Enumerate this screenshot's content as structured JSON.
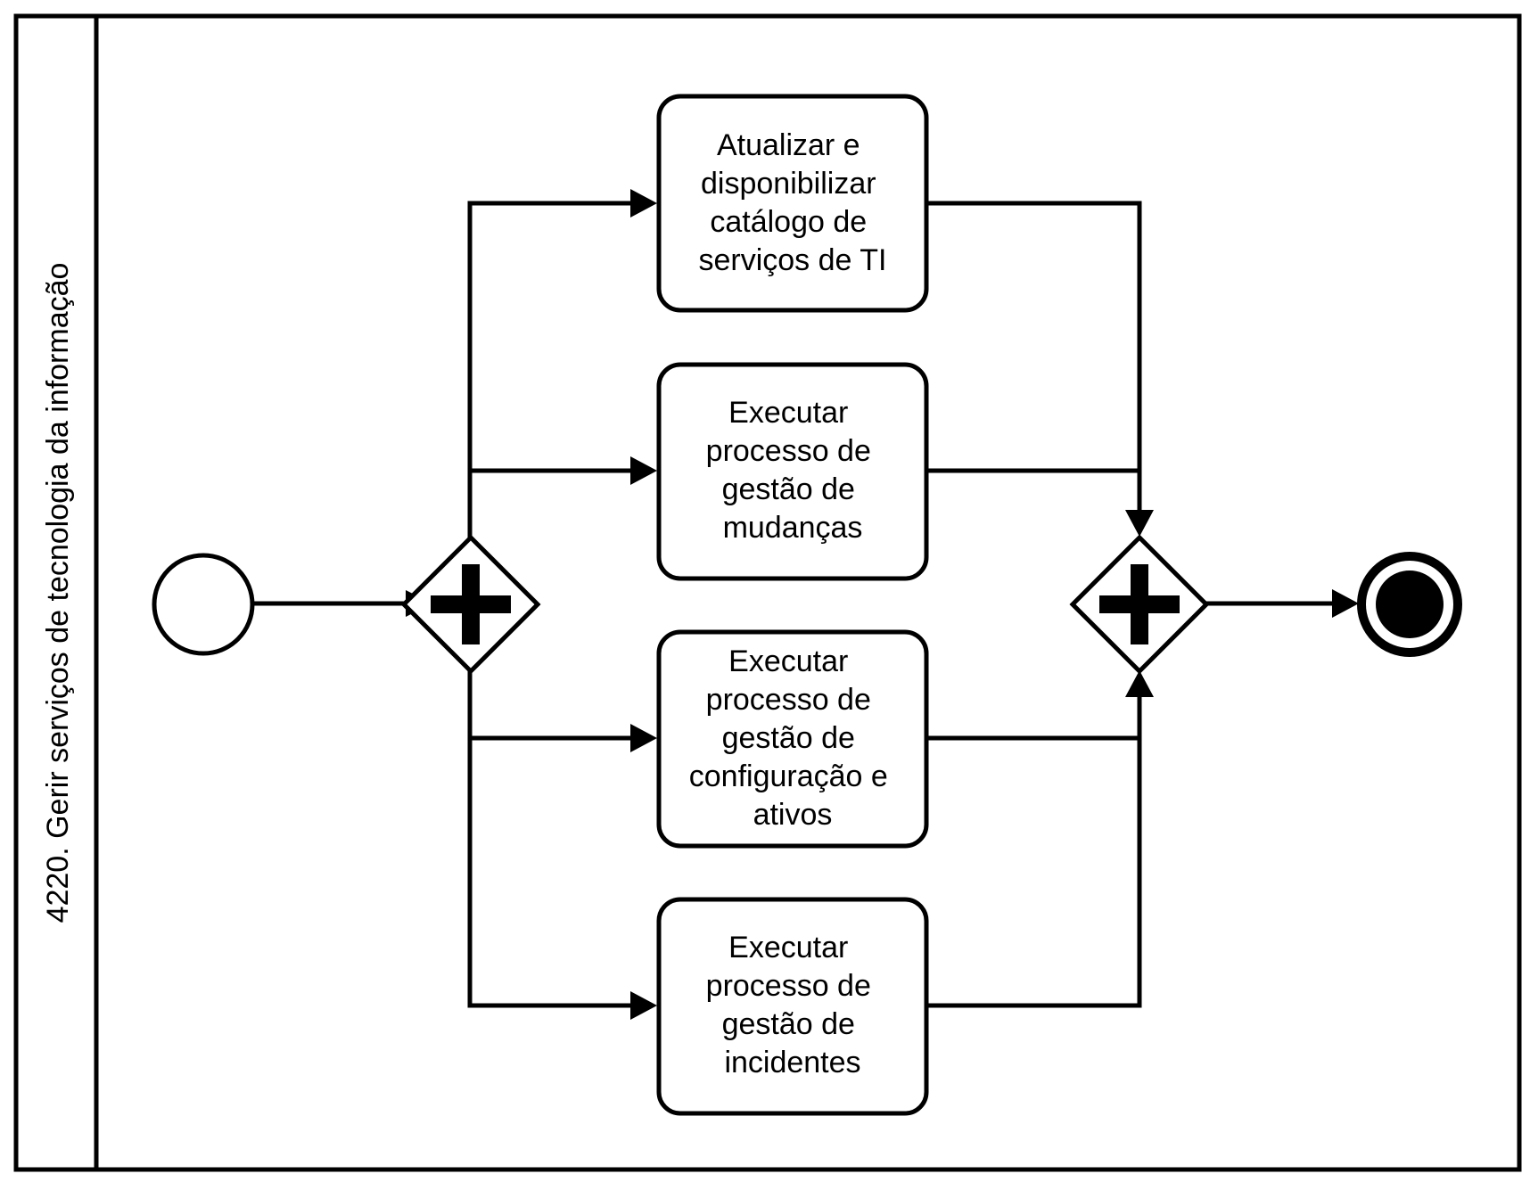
{
  "pool": {
    "label": "4220. Gerir serviços de tecnologia da informação"
  },
  "tasks": [
    {
      "id": "task-atualizar-catalogo",
      "lines": [
        "Atualizar e",
        "disponibilizar",
        "catálogo de",
        "serviços de TI"
      ]
    },
    {
      "id": "task-gestao-mudancas",
      "lines": [
        "Executar",
        "processo de",
        "gestão de",
        "mudanças"
      ]
    },
    {
      "id": "task-gestao-configuracao",
      "lines": [
        "Executar",
        "processo de",
        "gestão de",
        "configuração e",
        "ativos"
      ]
    },
    {
      "id": "task-gestao-incidentes",
      "lines": [
        "Executar",
        "processo de",
        "gestão de",
        "incidentes"
      ]
    }
  ],
  "gateways": [
    {
      "id": "split-gateway",
      "type": "parallel"
    },
    {
      "id": "join-gateway",
      "type": "parallel"
    }
  ],
  "events": [
    {
      "id": "start-event",
      "type": "start"
    },
    {
      "id": "end-event",
      "type": "end"
    }
  ],
  "colors": {
    "stroke": "#000000",
    "fill": "#ffffff"
  }
}
